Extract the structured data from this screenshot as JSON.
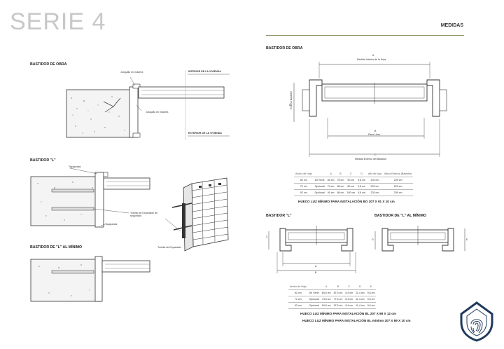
{
  "page": {
    "series_title": "SERIE 4",
    "section_title": "MEDIDAS"
  },
  "left": {
    "obra": {
      "title": "BASTIDOR DE OBRA",
      "label_junquillo_1": "Junquillo en madera",
      "label_junquillo_2": "Junquillo en madera",
      "interior": "INTERIOR DE LA VIVIENDA",
      "exterior": "EXTERIOR DE LA VIVIENDA"
    },
    "l": {
      "title": "BASTIDOR \"L\"",
      "tapajuntas_top": "Tapajuntas",
      "tapajuntas_bottom": "Tapajuntas",
      "tornillo_seguridad": "Tornillo de Expansión de seguridad",
      "tornillo_expansion": "Tornillo de Expansión"
    },
    "l_min": {
      "title": "BASTIDOR DE \"L\" AL MÍNIMO"
    }
  },
  "right": {
    "obra": {
      "title": "BASTIDOR DE OBRA",
      "dim_a": "A",
      "dim_a_label": "Medida Interior de la Hoja",
      "dim_b": "B",
      "dim_b_label": "Paso Libre",
      "dim_c": "C",
      "dim_c_label": "Medida Exterior del Bastidor",
      "dim_d": "D",
      "dim_d_label": "Grueso Bastidor",
      "table": {
        "headers": [
          "Ancho de Hoja",
          "",
          "A",
          "B",
          "C",
          "D",
          "Alto de hoja",
          "Altura Exterior (Bastidor)"
        ],
        "rows": [
          [
            "82 cm",
            "De Serie",
            "80 cm",
            "78 cm",
            "90 cm",
            "9,8 cm",
            "203 cm",
            "209 cm"
          ],
          [
            "72 cm",
            "Opcional",
            "70 cm",
            "68 cm",
            "80 cm",
            "9,8 cm",
            "203 cm",
            "209 cm"
          ],
          [
            "92 cm",
            "Opcional",
            "90 cm",
            "88 cm",
            "100 cm",
            "9,8 cm",
            "203 cm",
            "209 cm"
          ]
        ]
      },
      "caption": "HUECO LUZ MÍNIMO PARA INSTALACIÓN BO 207 X 91 X 10 cm"
    },
    "l": {
      "title": "BASTIDOR \"L\"",
      "title_min": "BASTIDOR DE \"L\" AL MÍNIMO",
      "dim_a": "A",
      "dim_b": "B",
      "dim_c": "C",
      "dim_d": "D",
      "dim_e": "E",
      "table": {
        "headers": [
          "Ancho de Hoja",
          "",
          "A",
          "B",
          "C",
          "D",
          "E"
        ],
        "rows": [
          [
            "82 cm",
            "De Serie",
            "84,5 cm",
            "87,5 cm",
            "8,4 cm",
            "11,4 cm",
            "9,8 cm"
          ],
          [
            "72 cm",
            "Opcional",
            "74,5 cm",
            "77,5 cm",
            "8,4 cm",
            "11,4 cm",
            "9,8 cm"
          ],
          [
            "92 cm",
            "Opcional",
            "94,5 cm",
            "97,5 cm",
            "8,4 cm",
            "11,4 cm",
            "9,8 cm"
          ]
        ]
      },
      "caption_1": "HUECO LUZ MÍNIMO PARA INSTALACIÓN BL 207 X 89 X 12 cm",
      "caption_2": "HUECO LUZ MÍNIMO PARA INSTALACIÓN BL mínimo 207 X 89 X 10 cm"
    }
  },
  "logo": {
    "icon": "shield-fingerprint-icon",
    "color": "#1f3b5c"
  }
}
